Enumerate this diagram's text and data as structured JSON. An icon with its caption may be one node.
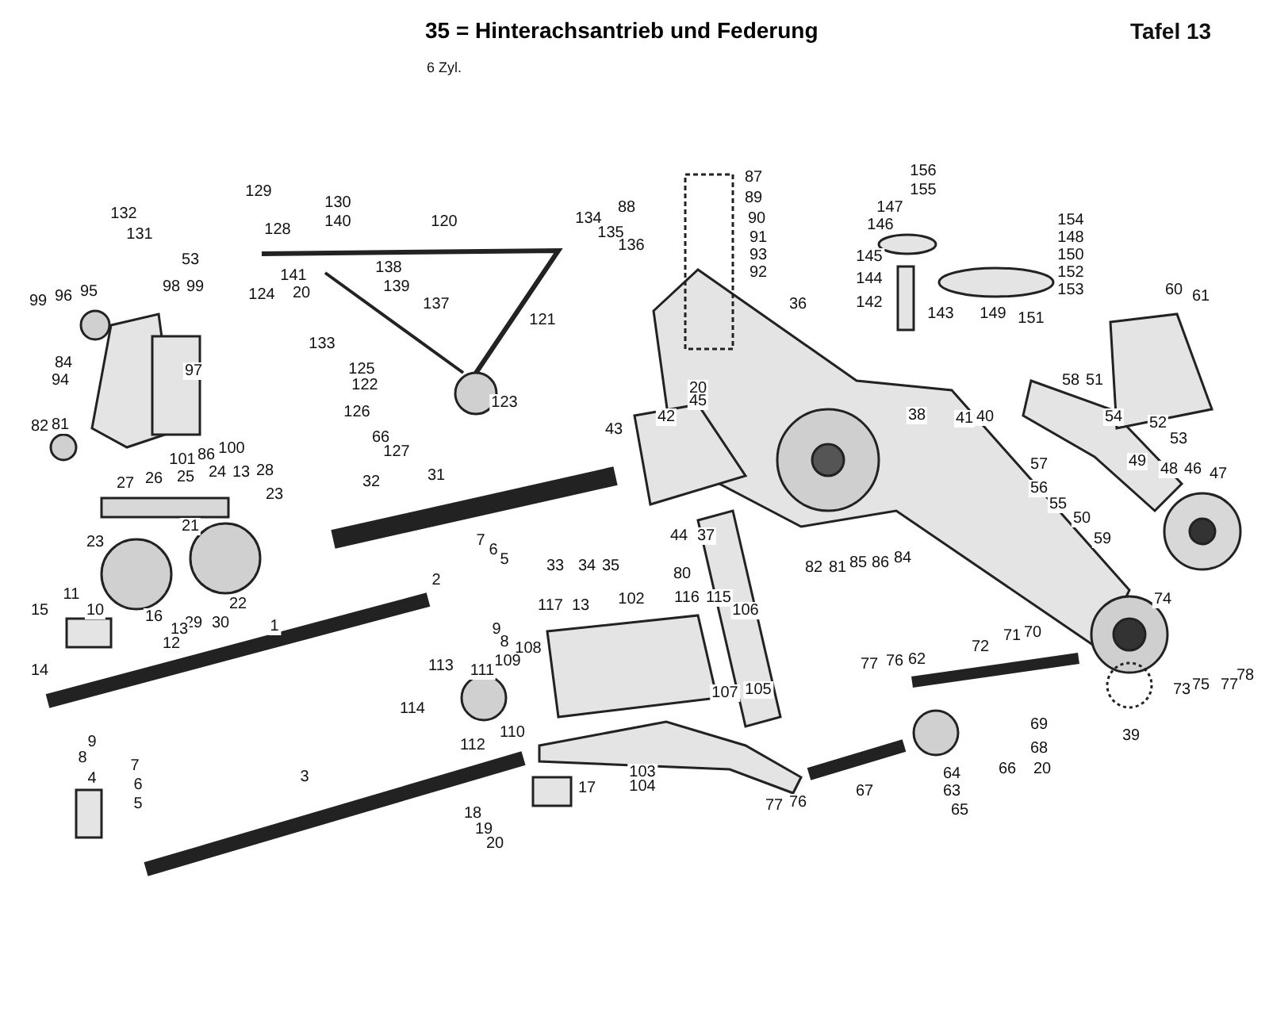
{
  "diagram": {
    "title": "35 = Hinterachsantrieb und Federung",
    "labels": [
      "Tafel 13",
      "6 Zyl.",
      "156",
      "87",
      "155",
      "88",
      "129",
      "89",
      "130",
      "147",
      "120",
      "140",
      "132",
      "154",
      "90",
      "134",
      "146",
      "135",
      "128",
      "148",
      "131",
      "136",
      "91",
      "53",
      "150",
      "93",
      "145",
      "92",
      "138",
      "152",
      "141",
      "153",
      "139",
      "144",
      "124",
      "20",
      "99",
      "96",
      "95",
      "98",
      "99",
      "36",
      "142",
      "143",
      "149",
      "151",
      "60",
      "61",
      "137",
      "121",
      "133",
      "51",
      "84",
      "94",
      "97",
      "125",
      "122",
      "20",
      "58",
      "45",
      "123",
      "126",
      "42",
      "38",
      "41",
      "40",
      "54",
      "52",
      "53",
      "82",
      "81",
      "66",
      "127",
      "100",
      "101",
      "86",
      "43",
      "49",
      "48",
      "46",
      "47",
      "28",
      "24",
      "13",
      "27",
      "26",
      "25",
      "32",
      "31",
      "23",
      "57",
      "56",
      "55",
      "50",
      "21",
      "44",
      "37",
      "7",
      "6",
      "5",
      "59",
      "23",
      "33",
      "34",
      "35",
      "80",
      "82",
      "81",
      "85",
      "86",
      "84",
      "2",
      "11",
      "10",
      "117",
      "13",
      "102",
      "116",
      "115",
      "106",
      "74",
      "15",
      "22",
      "16",
      "1",
      "29",
      "30",
      "13",
      "9",
      "12",
      "72",
      "71",
      "70",
      "8",
      "108",
      "109",
      "77",
      "76",
      "62",
      "113",
      "111",
      "14",
      "78",
      "75",
      "77",
      "73",
      "107",
      "105",
      "114",
      "69",
      "110",
      "39",
      "112",
      "9",
      "68",
      "8",
      "7",
      "103",
      "66",
      "20",
      "4",
      "3",
      "6",
      "104",
      "17",
      "64",
      "63",
      "67",
      "5",
      "76",
      "77",
      "65",
      "18",
      "19",
      "20"
    ]
  }
}
